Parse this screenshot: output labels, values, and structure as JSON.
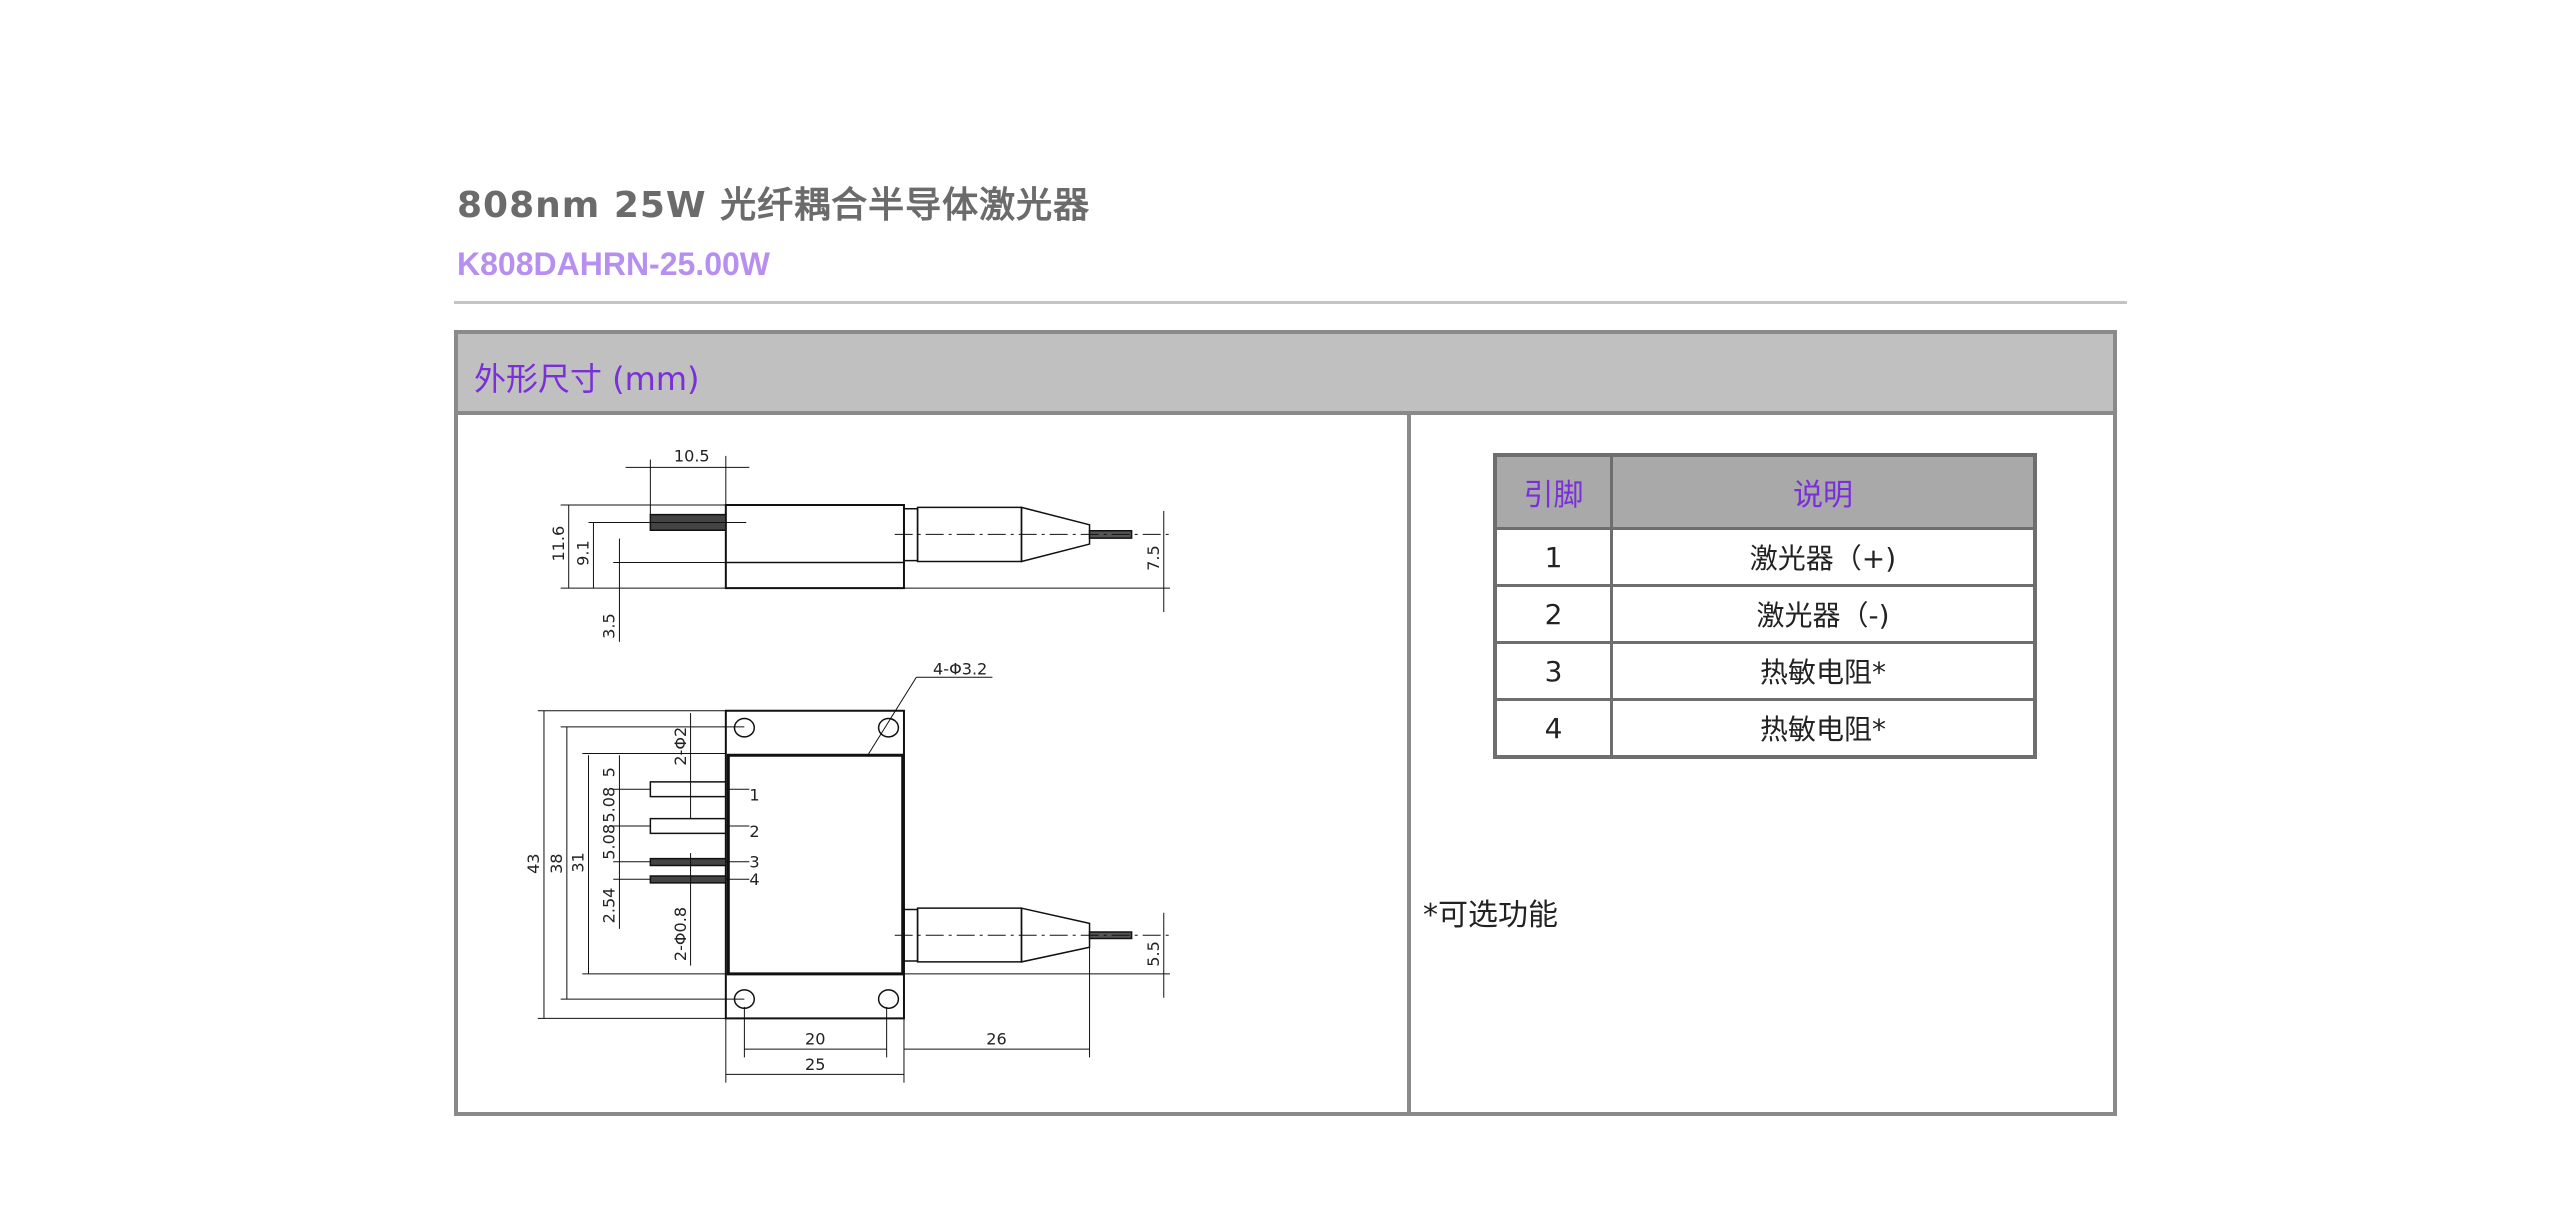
{
  "header": {
    "title": "808nm 25W  光纤耦合半导体激光器",
    "model": "K808DAHRN-25.00W"
  },
  "spec": {
    "section_title": "外形尺寸 (mm)",
    "drawing": {
      "top_view": {
        "d_10_5": "10.5",
        "d_11_6": "11.6",
        "d_9_1": "9.1",
        "d_3_5": "3.5",
        "d_7_5": "7.5"
      },
      "front_view": {
        "holes": "4-Φ3.2",
        "pin_d2": "2-Φ2",
        "pin_d08": "2-Φ0.8",
        "d_43": "43",
        "d_38": "38",
        "d_31": "31",
        "d_5": "5",
        "d_508a": "5.08",
        "d_508b": "5.08",
        "d_254": "2.54",
        "d_20": "20",
        "d_26": "26",
        "d_25": "25",
        "d_5_5": "5.5",
        "pin_labels": [
          "1",
          "2",
          "3",
          "4"
        ]
      }
    },
    "pin_table": {
      "headers": [
        "引脚",
        "说明"
      ],
      "rows": [
        {
          "pin": "1",
          "desc": "激光器（+)"
        },
        {
          "pin": "2",
          "desc": "激光器（-)"
        },
        {
          "pin": "3",
          "desc": "热敏电阻*"
        },
        {
          "pin": "4",
          "desc": "热敏电阻*"
        }
      ]
    },
    "note": "*可选功能"
  },
  "colors": {
    "title": "#6b6b6b",
    "model": "#b68ff0",
    "accent": "#7a2fd8",
    "header_bg": "#c0c0c0"
  }
}
